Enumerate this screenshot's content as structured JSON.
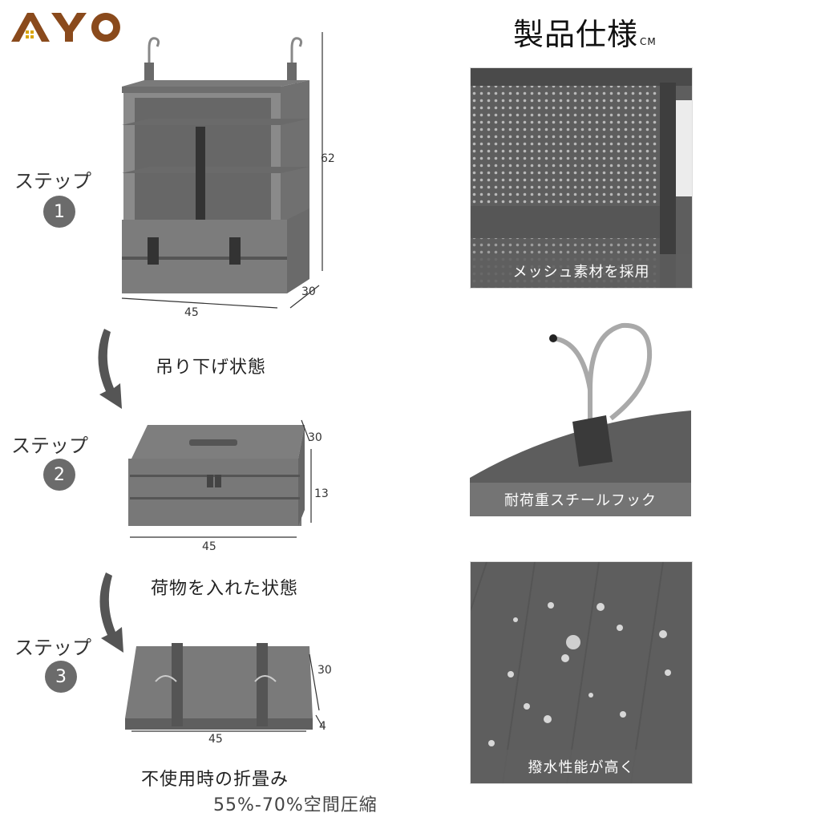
{
  "brand": {
    "logo_text": "AYO"
  },
  "spec": {
    "title": "製品仕様",
    "unit": "CM"
  },
  "steps": [
    {
      "label": "ステップ",
      "number": "1",
      "dims": {
        "height": "62",
        "depth": "30",
        "width": "45"
      }
    },
    {
      "label": "ステップ",
      "number": "2",
      "dims": {
        "depth": "30",
        "height": "13",
        "width": "45"
      }
    },
    {
      "label": "ステップ",
      "number": "3",
      "dims": {
        "depth": "30",
        "height": "4",
        "width": "45"
      }
    }
  ],
  "captions": {
    "hanging": "吊り下げ状態",
    "packed": "荷物を入れた状態",
    "folded": "不使用時の折畳み",
    "compression": "55%-70%空間圧縮"
  },
  "features": [
    {
      "label": "メッシュ素材を採用"
    },
    {
      "label": "耐荷重スチールフック"
    },
    {
      "label": "撥水性能が高く"
    }
  ]
}
